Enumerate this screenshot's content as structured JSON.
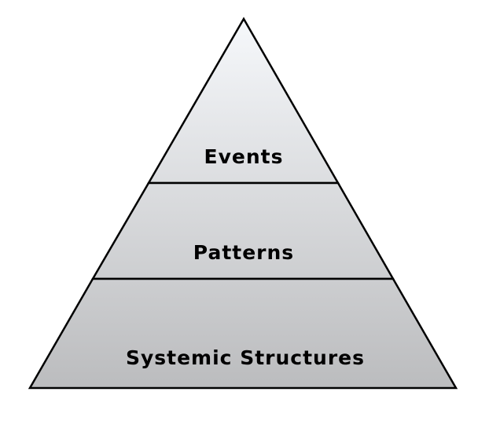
{
  "diagram": {
    "type": "pyramid",
    "levels": [
      {
        "label": "Events"
      },
      {
        "label": "Patterns"
      },
      {
        "label": "Systemic Structures"
      }
    ],
    "colors": {
      "background": "#ffffff",
      "stroke": "#000000",
      "text": "#000000",
      "gradient_top": "#f6f8fb",
      "gradient_bottom": "#bbbcbe"
    }
  }
}
